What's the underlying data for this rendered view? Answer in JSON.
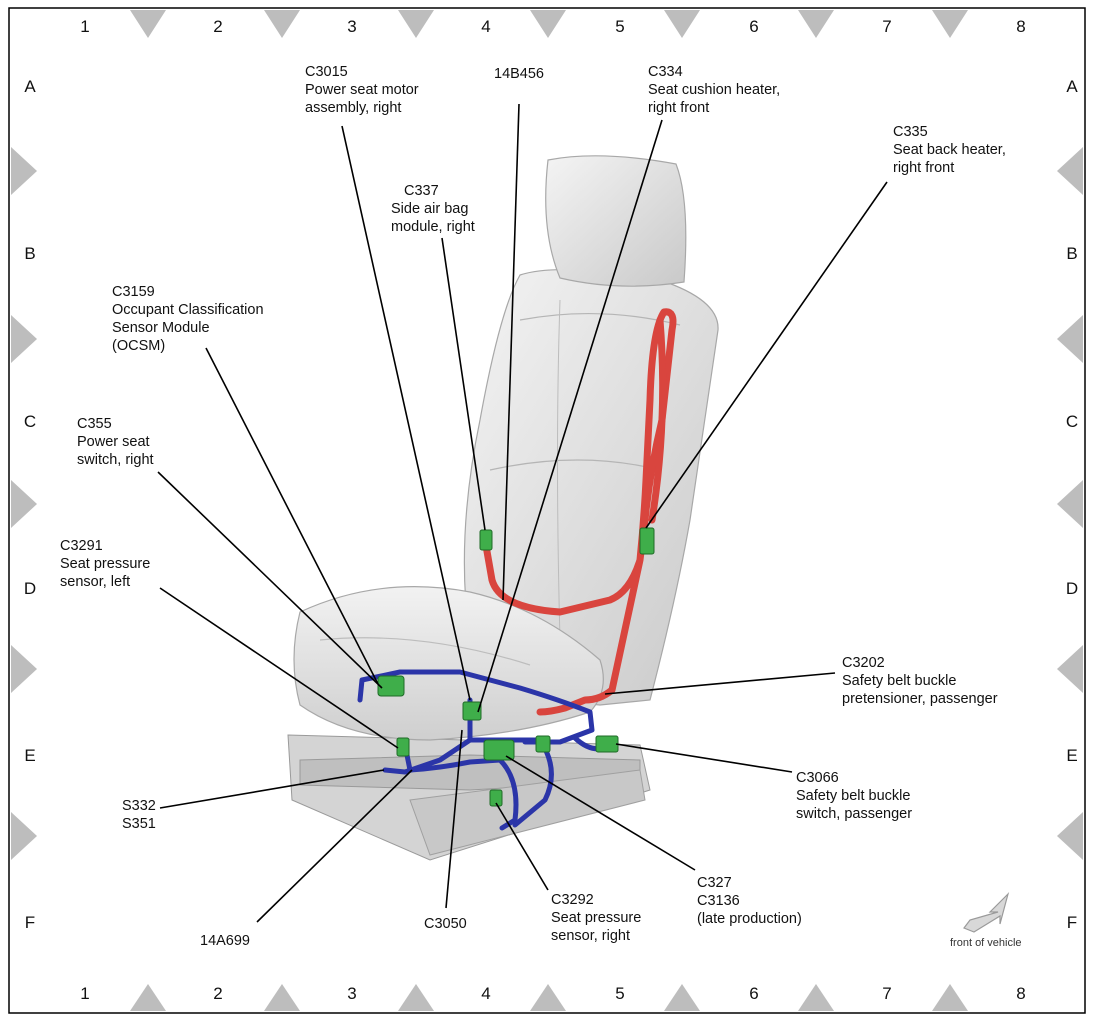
{
  "grid": {
    "columns": [
      "1",
      "2",
      "3",
      "4",
      "5",
      "6",
      "7",
      "8"
    ],
    "rows": [
      "A",
      "B",
      "C",
      "D",
      "E",
      "F"
    ]
  },
  "callouts": {
    "c3015": {
      "code": "C3015",
      "line1": "Power seat motor",
      "line2": "assembly, right"
    },
    "w14b456": {
      "code": "14B456"
    },
    "c334": {
      "code": "C334",
      "line1": "Seat cushion heater,",
      "line2": "right front"
    },
    "c335": {
      "code": "C335",
      "line1": "Seat back heater,",
      "line2": "right front"
    },
    "c337": {
      "code": "C337",
      "line1": "Side air bag",
      "line2": "module, right"
    },
    "c3159": {
      "code": "C3159",
      "line1": "Occupant Classification",
      "line2": "Sensor Module",
      "line3": "(OCSM)"
    },
    "c355": {
      "code": "C355",
      "line1": "Power seat",
      "line2": "switch, right"
    },
    "c3291": {
      "code": "C3291",
      "line1": "Seat pressure",
      "line2": "sensor, left"
    },
    "c3202": {
      "code": "C3202",
      "line1": "Safety belt buckle",
      "line2": "pretensioner, passenger"
    },
    "c3066": {
      "code": "C3066",
      "line1": "Safety belt buckle",
      "line2": "switch, passenger"
    },
    "s332": {
      "line1": "S332",
      "line2": "S351"
    },
    "w14a699": {
      "code": "14A699"
    },
    "c3050": {
      "code": "C3050"
    },
    "c3292": {
      "code": "C3292",
      "line1": "Seat pressure",
      "line2": "sensor, right"
    },
    "c327": {
      "line1": "C327",
      "line2": "C3136",
      "line3": "(late production)"
    }
  },
  "orientation": {
    "label": "front of vehicle"
  },
  "colors": {
    "harness_red": "#d9453e",
    "harness_blue": "#2b35a8",
    "connector_green": "#3fae4a",
    "seat_gray": "#dcdcdc",
    "grid_marker": "#bdbdbd"
  }
}
